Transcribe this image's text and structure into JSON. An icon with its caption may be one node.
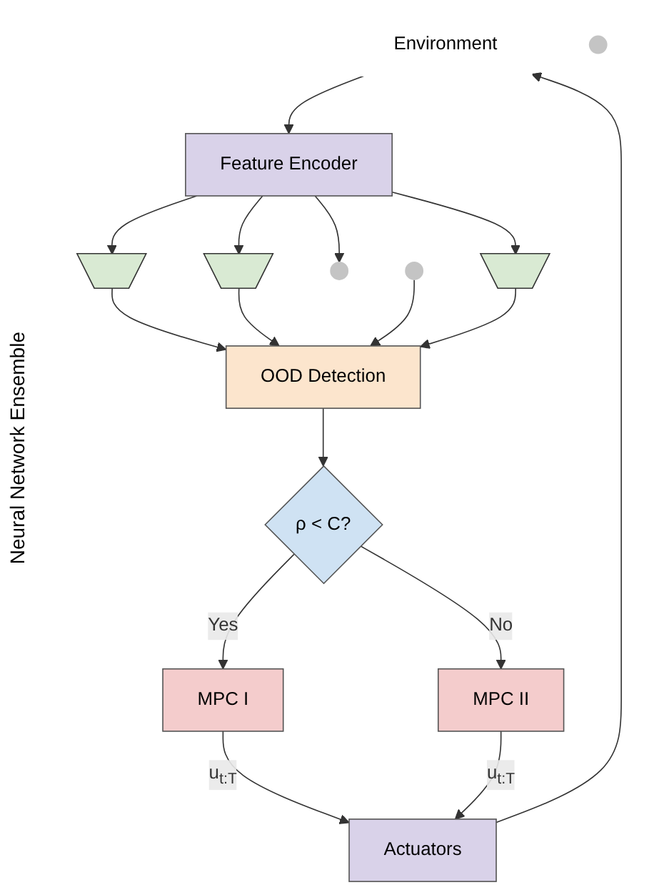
{
  "diagram": {
    "nodes": [
      {
        "text": [
          "Environment"
        ]
      },
      {
        "text": [
          "Actuators"
        ]
      },
      {
        "text": [
          "Feature Encoder"
        ]
      },
      {
        "text": [],
        "shape": "trapezoid"
      },
      {
        "text": [],
        "shape": "trapezoid"
      },
      {
        "text": [],
        "shape": "circle"
      },
      {
        "text": [],
        "shape": "circle"
      },
      {
        "text": [],
        "shape": "circle"
      },
      {
        "text": [],
        "shape": "trapezoid"
      },
      {
        "text": [
          "OOD Detection"
        ]
      },
      {
        "text": [
          "ρ < C?"
        ]
      },
      {
        "text": [
          "MPC I"
        ]
      },
      {
        "text": [
          "MPC II"
        ]
      }
    ],
    "edges": [
      {
        "from": 1,
        "to": 0,
        "arrow": "to"
      },
      {
        "from": 0,
        "to": 2,
        "arrow": "to"
      },
      {
        "from": 2,
        "to": 3,
        "arrow": "to"
      },
      {
        "from": 2,
        "to": 4,
        "arrow": "to"
      },
      {
        "from": 2,
        "to": 5,
        "arrow": "to"
      },
      {
        "from": 2,
        "to": 8,
        "arrow": "to"
      },
      {
        "from": 3,
        "to": 9,
        "arrow": "to"
      },
      {
        "from": 4,
        "to": 9,
        "arrow": "to"
      },
      {
        "from": 7,
        "to": 9,
        "arrow": "to"
      },
      {
        "from": 8,
        "to": 9,
        "arrow": "to"
      },
      {
        "from": 9,
        "to": 10,
        "arrow": "to"
      },
      {
        "from": 10,
        "to": 11,
        "label": "Yes",
        "arrow": "to"
      },
      {
        "from": 10,
        "to": 12,
        "label": "No",
        "arrow": "to"
      },
      {
        "from": 11,
        "to": 1,
        "label": "u$_{t:T}$",
        "arrow": "to"
      },
      {
        "from": 12,
        "to": 1,
        "label": "u$_{t:T}$",
        "arrow": "to"
      }
    ],
    "labels": [
      "Neural Network Ensemble"
    ]
  }
}
